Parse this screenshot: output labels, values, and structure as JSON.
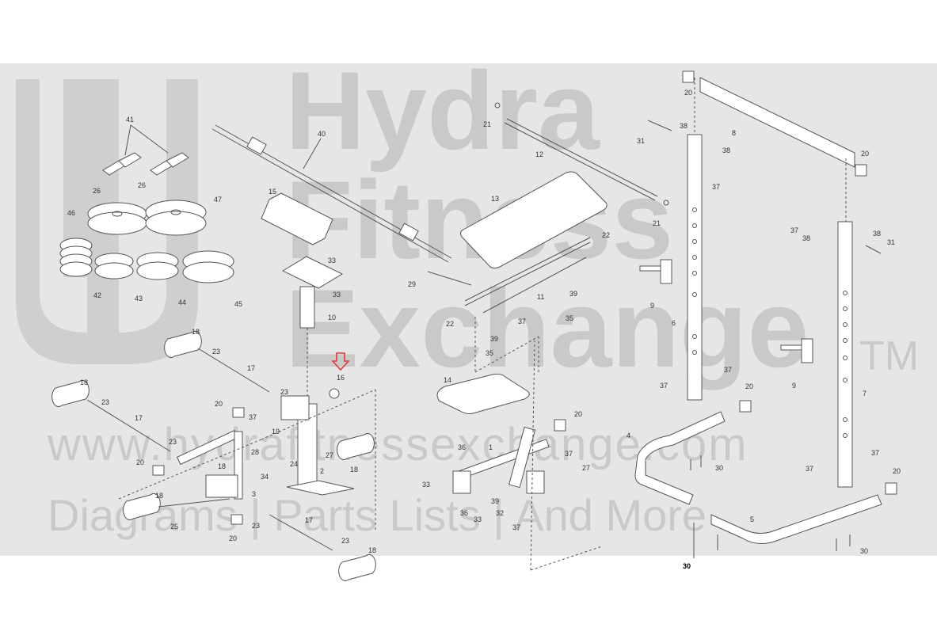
{
  "watermark": {
    "line1": "Hydra",
    "line2": "Fitness",
    "line3": "Exchange",
    "trademark": "TM",
    "url": "www.hydrafitnessexchange.com",
    "tagline": "Diagrams | Parts Lists | And More"
  },
  "colors": {
    "band": "#e6e6e6",
    "watermark": "#c9c9c9",
    "line": "#555555",
    "highlight_arrow": "#e03a3a"
  },
  "highlight": {
    "icon": "down-arrow-icon",
    "part": "16"
  },
  "callouts": {
    "c41": "41",
    "c26a": "26",
    "c26b": "26",
    "c46": "46",
    "c47": "47",
    "c42": "42",
    "c43": "43",
    "c44": "44",
    "c45": "45",
    "c40": "40",
    "c15": "15",
    "c33a": "33",
    "c33b": "33",
    "c10": "10",
    "c18a": "18",
    "c23a": "23",
    "c17a": "17",
    "c18b": "18",
    "c23b": "23",
    "c17b": "17",
    "c23c": "23",
    "c20a": "20",
    "c37a": "37",
    "c23d": "23",
    "c16": "16",
    "c19": "19",
    "c28": "28",
    "c27a": "27",
    "c24": "24",
    "c2": "2",
    "c18c": "18",
    "c20b": "20",
    "c18d": "18",
    "c34": "34",
    "c3": "3",
    "c18e": "18",
    "c25": "25",
    "c23e": "23",
    "c20c": "20",
    "c17c": "17",
    "c23f": "23",
    "c18f": "18",
    "c21a": "21",
    "c12": "12",
    "c13": "13",
    "c22a": "22",
    "c29": "29",
    "c11": "11",
    "c21b": "21",
    "c9a": "9",
    "c39a": "39",
    "c22b": "22",
    "c37b": "37",
    "c39b": "39",
    "c35a": "35",
    "c35b": "35",
    "c14": "14",
    "c20d": "20",
    "c36a": "36",
    "c1": "1",
    "c37c": "37",
    "c33c": "33",
    "c27b": "27",
    "c39c": "39",
    "c36b": "36",
    "c33d": "33",
    "c32": "32",
    "c37d": "37",
    "c20e": "20",
    "c8": "8",
    "c31a": "31",
    "c38a": "38",
    "c38b": "38",
    "c37e": "37",
    "c20f": "20",
    "c37f": "37",
    "c38c": "38",
    "c38d": "38",
    "c31b": "31",
    "c6": "6",
    "c9b": "9",
    "c37g": "37",
    "c37h": "37",
    "c20g": "20",
    "c7": "7",
    "c4": "4",
    "c30a": "30",
    "c37i": "37",
    "c37j": "37",
    "c20h": "20",
    "c5": "5",
    "c30b": "30",
    "c30c": "30"
  }
}
